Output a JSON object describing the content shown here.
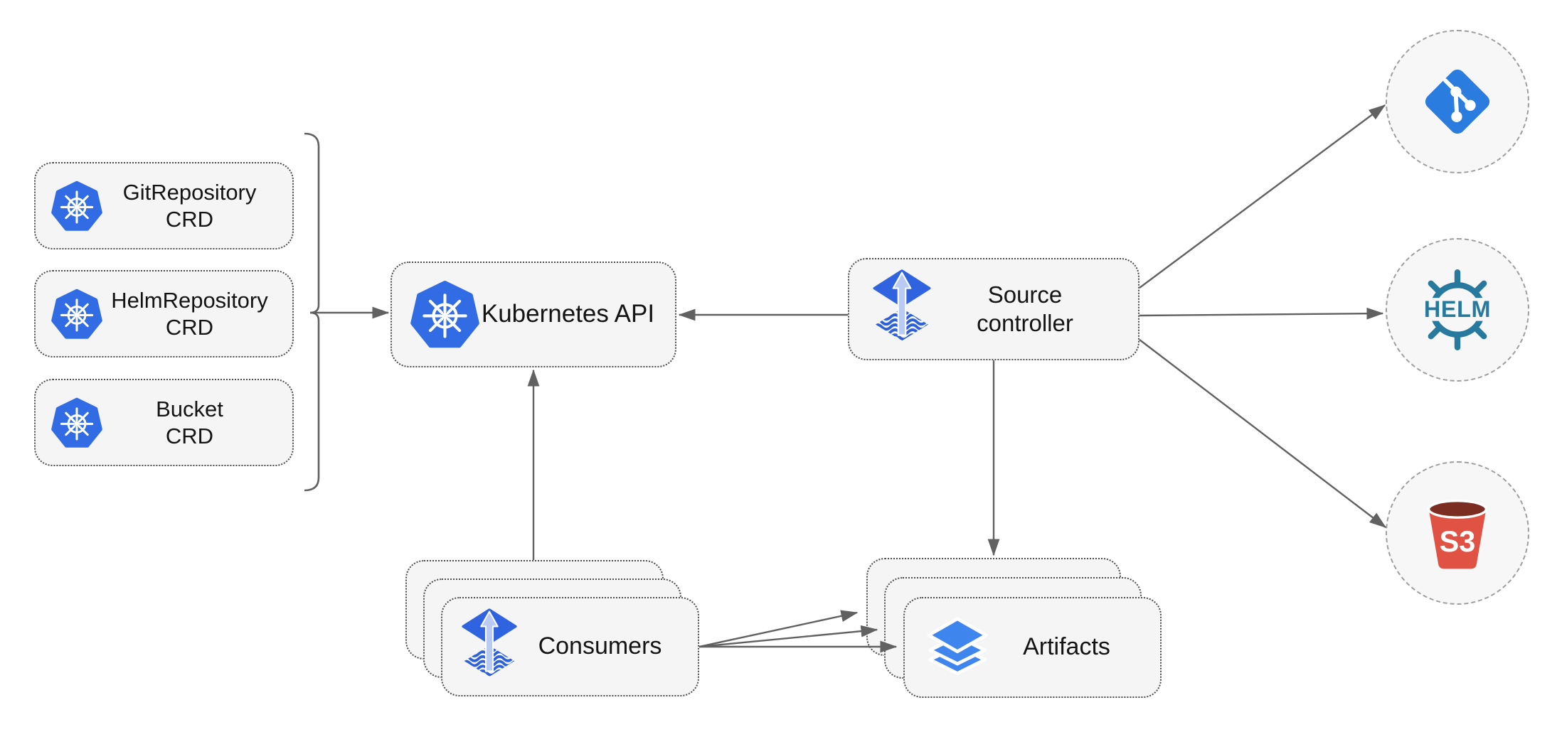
{
  "nodes": {
    "crds": [
      {
        "line1": "GitRepository",
        "line2": "CRD"
      },
      {
        "line1": "HelmRepository",
        "line2": "CRD"
      },
      {
        "line1": "Bucket",
        "line2": "CRD"
      }
    ],
    "kubernetes_api": {
      "label": "Kubernetes API"
    },
    "source_controller": {
      "line1": "Source",
      "line2": "controller"
    },
    "consumers": {
      "label": "Consumers"
    },
    "artifacts": {
      "label": "Artifacts"
    },
    "externals": {
      "git": {
        "icon": "git-icon"
      },
      "helm": {
        "label": "HELM",
        "icon": "helm-wheel-icon"
      },
      "s3": {
        "label": "S3",
        "icon": "s3-bucket-icon"
      }
    }
  },
  "icons": {
    "crd": "kubernetes-icon",
    "kubernetes_api": "kubernetes-icon",
    "source_controller": "flux-icon",
    "consumers": "flux-icon",
    "artifacts": "layers-icon",
    "git": "git-icon",
    "helm": "helm-wheel-icon",
    "s3": "s3-bucket-icon"
  },
  "edges": [
    {
      "from": "crd-group",
      "to": "kubernetes-api"
    },
    {
      "from": "source-controller",
      "to": "kubernetes-api"
    },
    {
      "from": "consumers",
      "to": "kubernetes-api"
    },
    {
      "from": "source-controller",
      "to": "git"
    },
    {
      "from": "source-controller",
      "to": "helm"
    },
    {
      "from": "source-controller",
      "to": "s3"
    },
    {
      "from": "source-controller",
      "to": "artifacts"
    },
    {
      "from": "consumers",
      "to": "artifacts",
      "target_layer": "back"
    },
    {
      "from": "consumers",
      "to": "artifacts",
      "target_layer": "middle"
    },
    {
      "from": "consumers",
      "to": "artifacts",
      "target_layer": "front"
    }
  ],
  "colors": {
    "background": "#FFFFFF",
    "box_fill": "#F5F5F5",
    "box_border": "#4D4D4D",
    "circle_fill": "#F7F7F7",
    "circle_border": "#9E9E9E",
    "edge": "#616161",
    "text": "#141414",
    "kubernetes_blue": "#326CE5",
    "flux_blue": "#2F63DF",
    "flux_arrow_light": "#B9CBF3",
    "flux_wave": "#2E61D8",
    "git_blue": "#2A7CDE",
    "helm_teal": "#277A9E",
    "s3_red": "#E05243",
    "s3_dark": "#7C2D21",
    "layers_blue": "#3E86EE"
  }
}
